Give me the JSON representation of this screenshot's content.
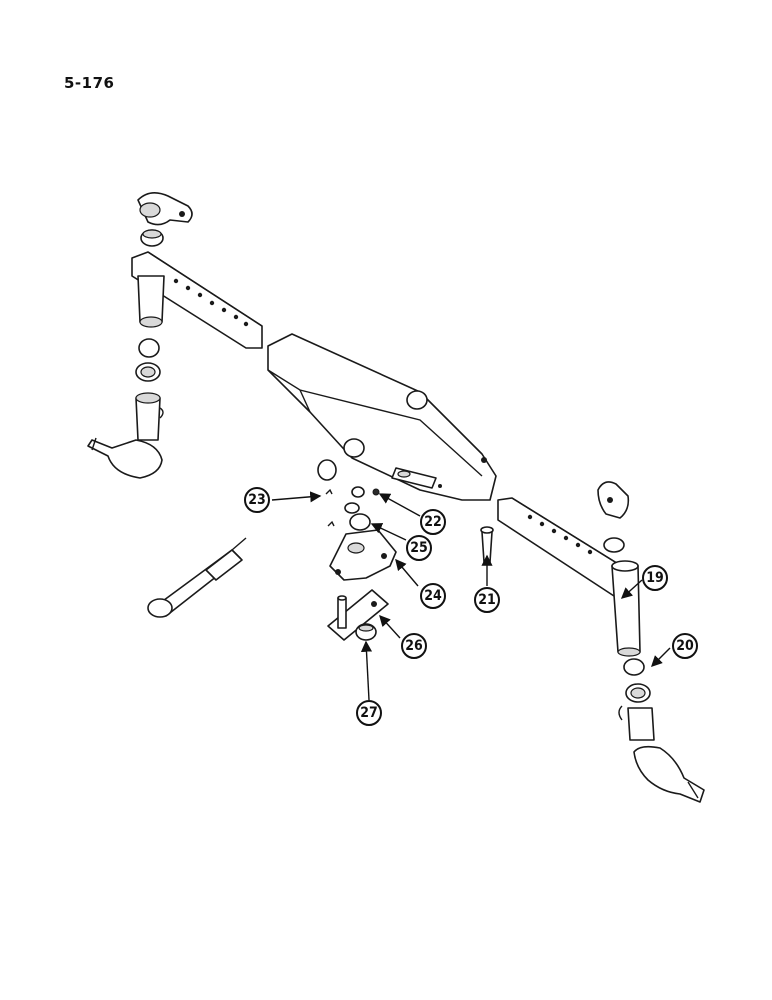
{
  "page": {
    "number": "5-176"
  },
  "callouts": [
    {
      "id": "19",
      "label": "19"
    },
    {
      "id": "20",
      "label": "20"
    },
    {
      "id": "21",
      "label": "21"
    },
    {
      "id": "22",
      "label": "22"
    },
    {
      "id": "23",
      "label": "23"
    },
    {
      "id": "24",
      "label": "24"
    },
    {
      "id": "25",
      "label": "25"
    },
    {
      "id": "26",
      "label": "26"
    },
    {
      "id": "27",
      "label": "27"
    }
  ]
}
